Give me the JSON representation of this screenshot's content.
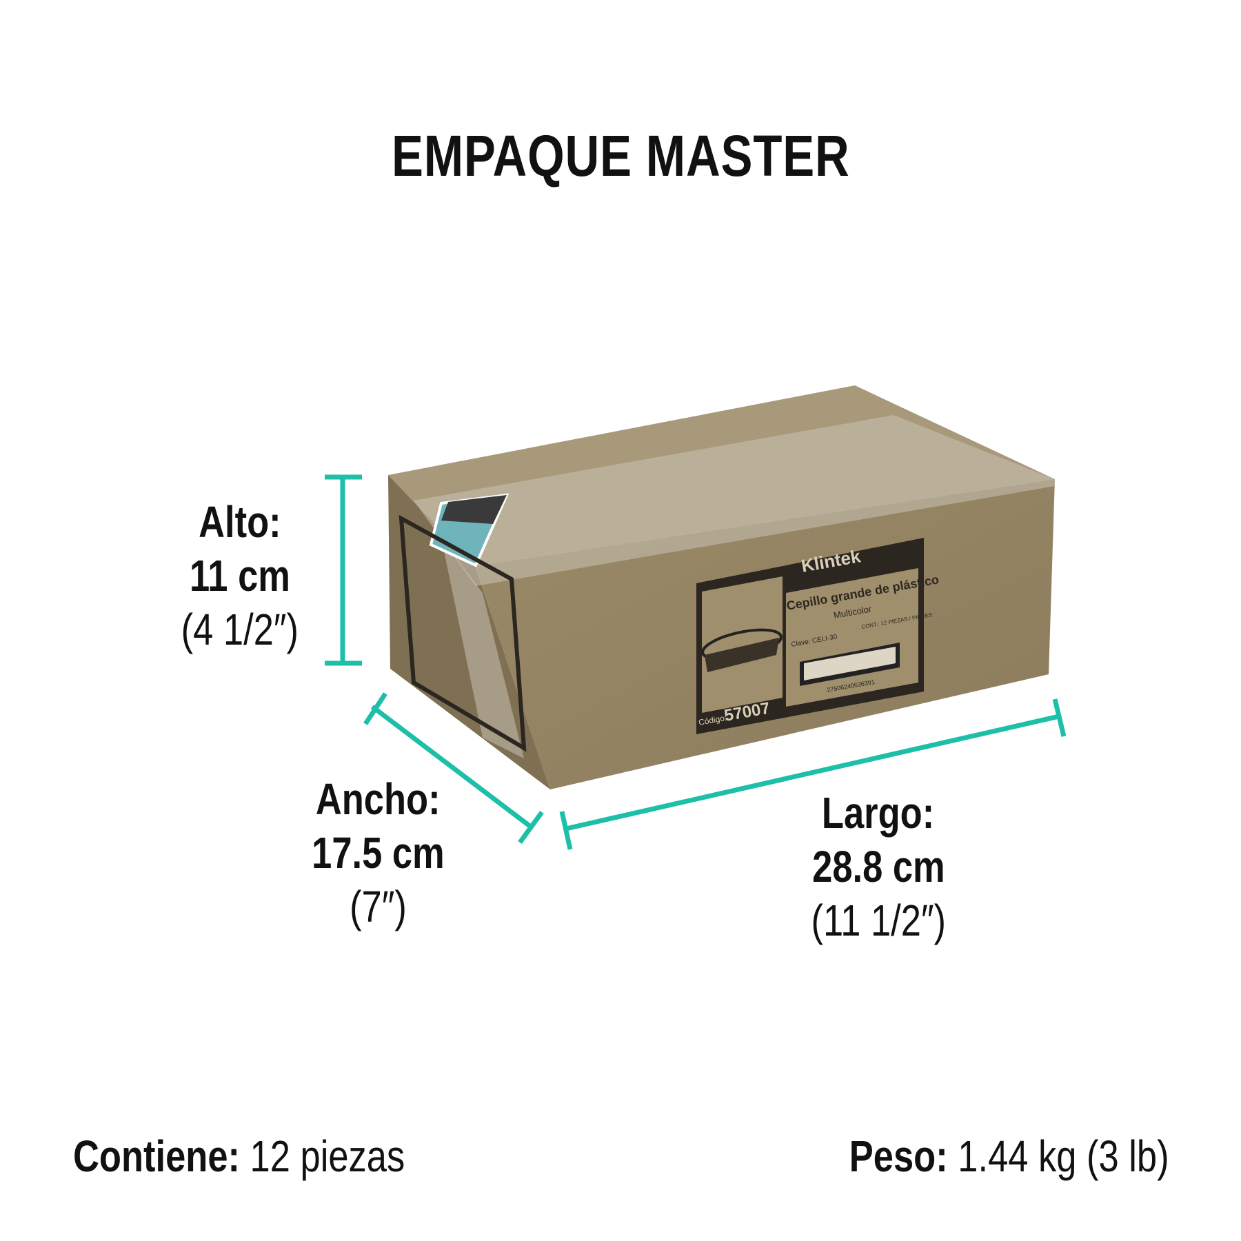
{
  "title": "EMPAQUE MASTER",
  "accent_color": "#1dbfa9",
  "dimensions": {
    "alto": {
      "label": "Alto:",
      "metric": "11 cm",
      "imperial": "(4 1/2″)"
    },
    "ancho": {
      "label": "Ancho:",
      "metric": "17.5 cm",
      "imperial": "(7″)"
    },
    "largo": {
      "label": "Largo:",
      "metric": "28.8 cm",
      "imperial": "(11 1/2″)"
    }
  },
  "footer": {
    "contiene_label": "Contiene:",
    "contiene_value": "12 piezas",
    "peso_label": "Peso:",
    "peso_value": "1.44 kg (3 lb)"
  },
  "box_label": {
    "brand": "Klintek",
    "product": "Cepillo grande de plástico",
    "variant": "Multicolor",
    "clave": "Clave: CELI-30",
    "contents": "CONT.: 12 PIEZAS / PIECES",
    "barcode_number": "27506240636391",
    "codigo_label": "Código:",
    "codigo": "57007"
  }
}
